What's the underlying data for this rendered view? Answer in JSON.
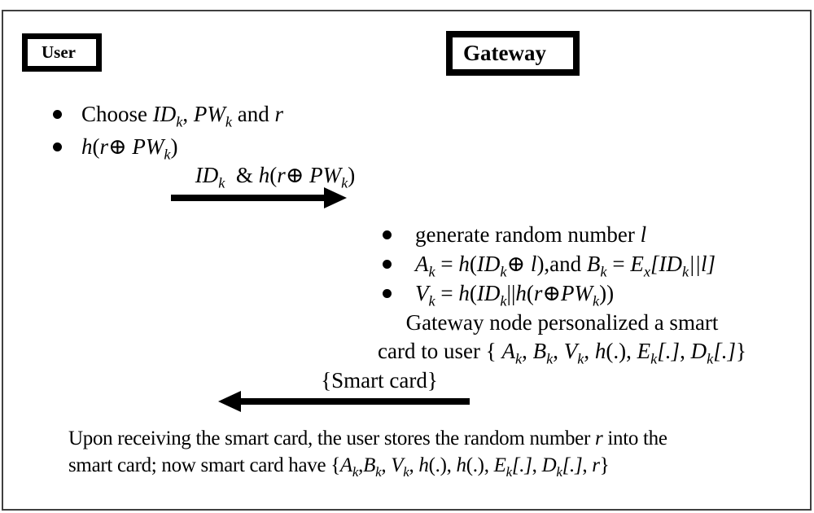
{
  "colors": {
    "background": "#ffffff",
    "frame_border": "#3f3f3f",
    "text": "#000000",
    "actor_box_border": "#000000",
    "arrow": "#000000"
  },
  "actors": [
    {
      "label": "User"
    },
    {
      "label": "Gateway"
    }
  ],
  "user_steps": [
    "Choose <i>ID<sub>k</sub></i>, <i>PW<sub>k</sub></i> and <i>r</i>",
    "<i>h</i>(<i>r</i>⊕ <i>PW<sub>k</sub></i>)"
  ],
  "messages": [
    {
      "direction": "right",
      "label_html": "<i>ID<sub>k</sub></i>&nbsp; &amp; <i>h</i>(<i>r</i>⊕ <i>PW<sub>k</sub></i>)"
    },
    {
      "direction": "left",
      "label": "{Smart card}"
    }
  ],
  "gateway_steps": [
    "generate random number <i>l</i>",
    "<i>A<sub>k</sub></i> = <i>h</i>(<i>ID<sub>k</sub></i>⊕ <i>l</i>),and <i>B<sub>k</sub></i> = <i>E<sub>x</sub>[ID<sub>k</sub>||l]</i>",
    "<i>V<sub>k</sub></i> = <i>h</i>(<i>ID<sub>k</sub></i>||<i>h</i>(<i>r</i>⊕<i>PW<sub>k</sub></i>))"
  ],
  "gateway_note": {
    "line1": "Gateway node personalized a smart",
    "line2_html": "card to user { <i>A<sub>k</sub></i>, <i>B<sub>k</sub></i>, <i>V<sub>k</sub></i>, <i>h</i>(.), <i>E<sub>k</sub>[.]</i>, <i>D<sub>k</sub>[.]</i>}"
  },
  "footer": {
    "line1_html": "Upon receiving the smart card, the user stores the random number <i>r</i> into the",
    "line2_html": "smart card; now smart card have {<i>A<sub>k</sub></i>,<i>B<sub>k</sub></i>, <i>V<sub>k</sub></i>, <i>h</i>(.), <i>h</i>(.), <i>E<sub>k</sub>[.]</i>, <i>D<sub>k</sub>[.]</i>, <i>r</i>}"
  }
}
